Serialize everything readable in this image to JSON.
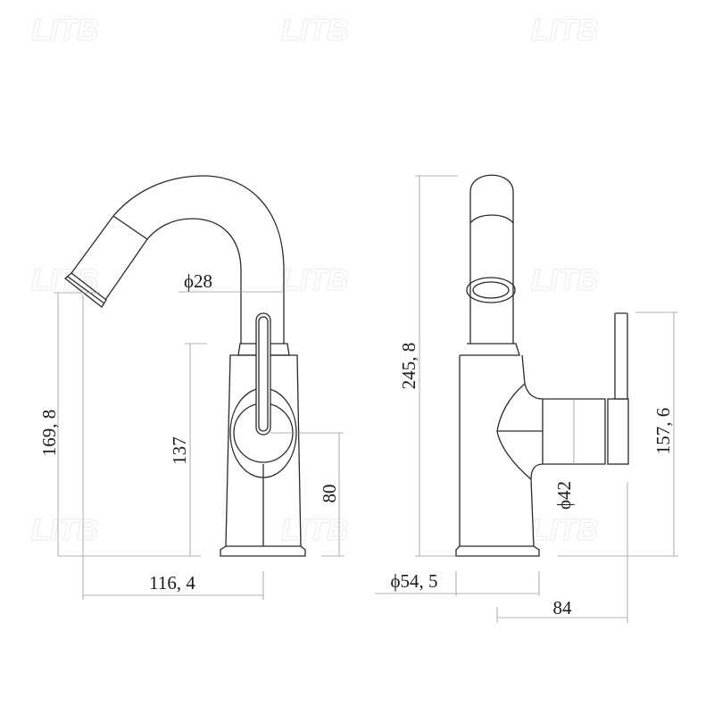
{
  "watermark": "LITB",
  "colors": {
    "outline": "#2a2a2a",
    "dimension": "#9a9a9a"
  },
  "side_view": {
    "dim_total_height": "169, 8",
    "dim_body_height": "137",
    "dim_handle_axis_height": "80",
    "dim_reach": "116, 4",
    "dim_spout_diameter": "ϕ28"
  },
  "front_view": {
    "dim_total_height": "245, 8",
    "dim_handle_height": "157, 6",
    "dim_cartridge_diameter": "ϕ42",
    "dim_base_diameter": "ϕ54, 5",
    "dim_handle_depth": "84"
  }
}
